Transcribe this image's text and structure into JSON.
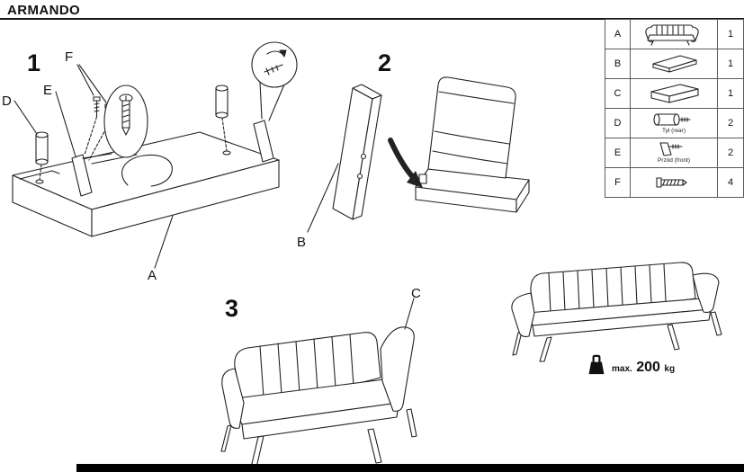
{
  "title": "ARMANDO",
  "parts_table": {
    "rows": [
      {
        "letter": "A",
        "qty": "1",
        "icon": "sofa-icon",
        "note": ""
      },
      {
        "letter": "B",
        "qty": "1",
        "icon": "backrest-panel-icon",
        "note": ""
      },
      {
        "letter": "C",
        "qty": "1",
        "icon": "seat-cushion-icon",
        "note": ""
      },
      {
        "letter": "D",
        "qty": "2",
        "icon": "rear-leg-icon",
        "note": "Tył (rear)"
      },
      {
        "letter": "E",
        "qty": "2",
        "icon": "front-leg-icon",
        "note": "Przód (front)"
      },
      {
        "letter": "F",
        "qty": "4",
        "icon": "bolt-icon",
        "note": ""
      }
    ]
  },
  "steps": [
    {
      "number": "1"
    },
    {
      "number": "2"
    },
    {
      "number": "3"
    }
  ],
  "part_labels": {
    "a": "A",
    "b": "B",
    "c": "C",
    "d": "D",
    "e": "E",
    "f": "F"
  },
  "weight_limit": {
    "prefix": "max.",
    "value": "200",
    "unit": "kg"
  },
  "colors": {
    "ink": "#161616",
    "line": "#222222"
  }
}
